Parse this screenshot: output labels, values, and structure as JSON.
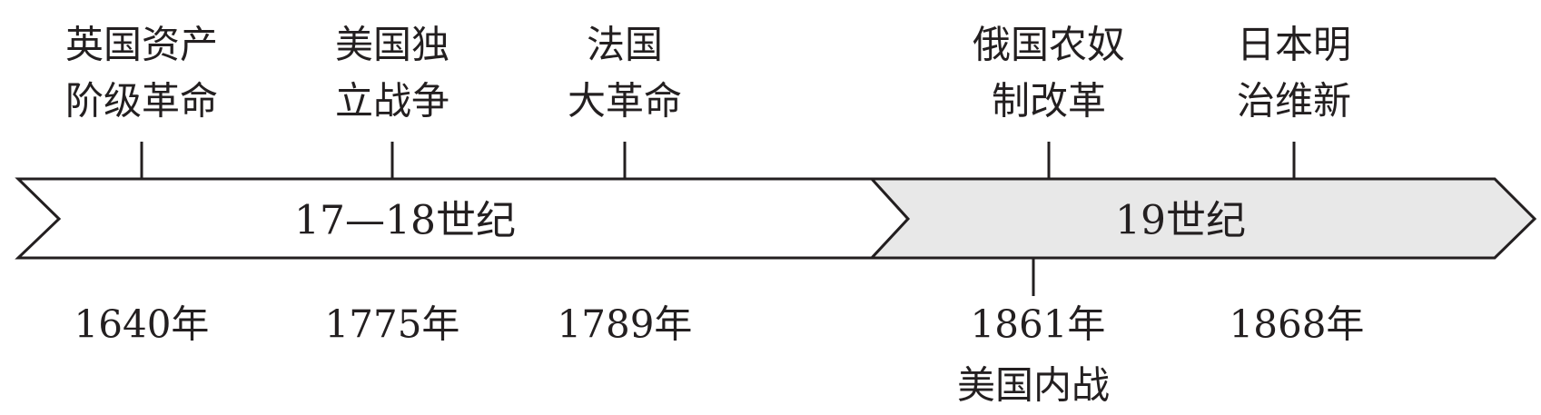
{
  "colors": {
    "line": "#231f20",
    "later_period_fill": "#e8e8e8",
    "earlier_period_fill": "#ffffff"
  },
  "periods": [
    {
      "label": "17—18世纪"
    },
    {
      "label": "19世纪"
    }
  ],
  "events_above": [
    {
      "line1": "英国资产",
      "line2": "阶级革命"
    },
    {
      "line1": "美国独",
      "line2": "立战争"
    },
    {
      "line1": "法国",
      "line2": "大革命"
    },
    {
      "line1": "俄国农奴",
      "line2": "制改革"
    },
    {
      "line1": "日本明",
      "line2": "治维新"
    }
  ],
  "years": [
    {
      "year": "1640年"
    },
    {
      "year": "1775年"
    },
    {
      "year": "1789年"
    },
    {
      "year": "1861年",
      "note": "美国内战"
    },
    {
      "year": "1868年"
    }
  ]
}
